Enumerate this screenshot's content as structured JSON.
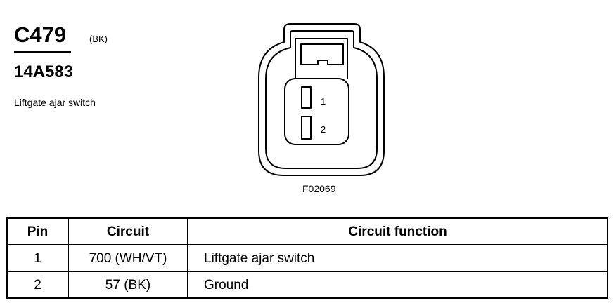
{
  "connector": {
    "id": "C479",
    "color": "(BK)",
    "part_number": "14A583",
    "description": "Liftgate ajar switch",
    "figure_id": "F02069",
    "pin_labels": [
      "1",
      "2"
    ]
  },
  "table": {
    "headers": [
      "Pin",
      "Circuit",
      "Circuit function"
    ],
    "rows": [
      {
        "pin": "1",
        "circuit": "700 (WH/VT)",
        "function": "Liftgate ajar switch"
      },
      {
        "pin": "2",
        "circuit": "57 (BK)",
        "function": "Ground"
      }
    ]
  }
}
